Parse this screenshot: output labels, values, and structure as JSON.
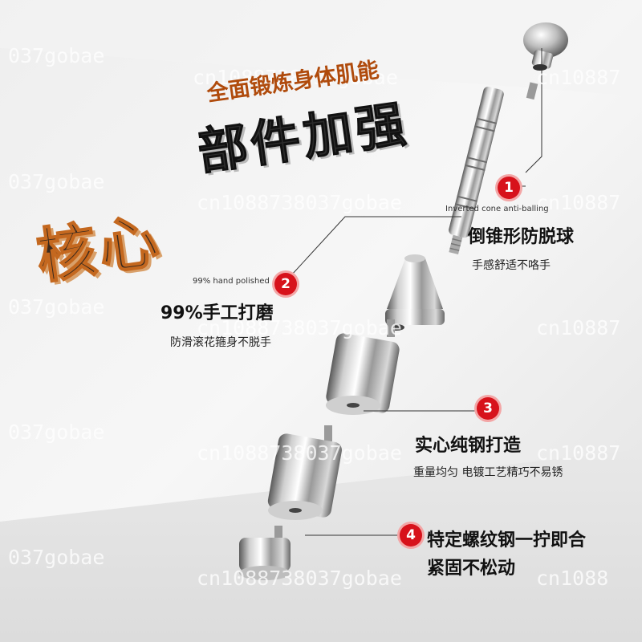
{
  "headline": {
    "subtitle": "全面锻炼身体肌能",
    "title_top": "部件加强",
    "title_main": "核心"
  },
  "features": [
    {
      "number": "1",
      "english": "Inverted cone anti-balling",
      "title": "倒锥形防脱球",
      "subtitle": "手感舒适不咯手"
    },
    {
      "number": "2",
      "english": "99% hand polished",
      "title": "99%手工打磨",
      "subtitle": "防滑滚花箍身不脱手"
    },
    {
      "number": "3",
      "english": "",
      "title": "实心纯钢打造",
      "subtitle": "重量均匀 电镀工艺精巧不易锈"
    },
    {
      "number": "4",
      "english": "",
      "title": "特定螺纹钢一拧即合",
      "title_line2": "紧固不松动",
      "subtitle": ""
    }
  ],
  "watermark": {
    "row_a": "cn1088738037gobae",
    "row_b": "037gobae",
    "row_c": "cn10887",
    "row_d": "cn1088"
  },
  "colors": {
    "badge_red": "#d7121b",
    "accent_orange": "#c4681f",
    "subtitle_brown": "#b04b0c"
  }
}
